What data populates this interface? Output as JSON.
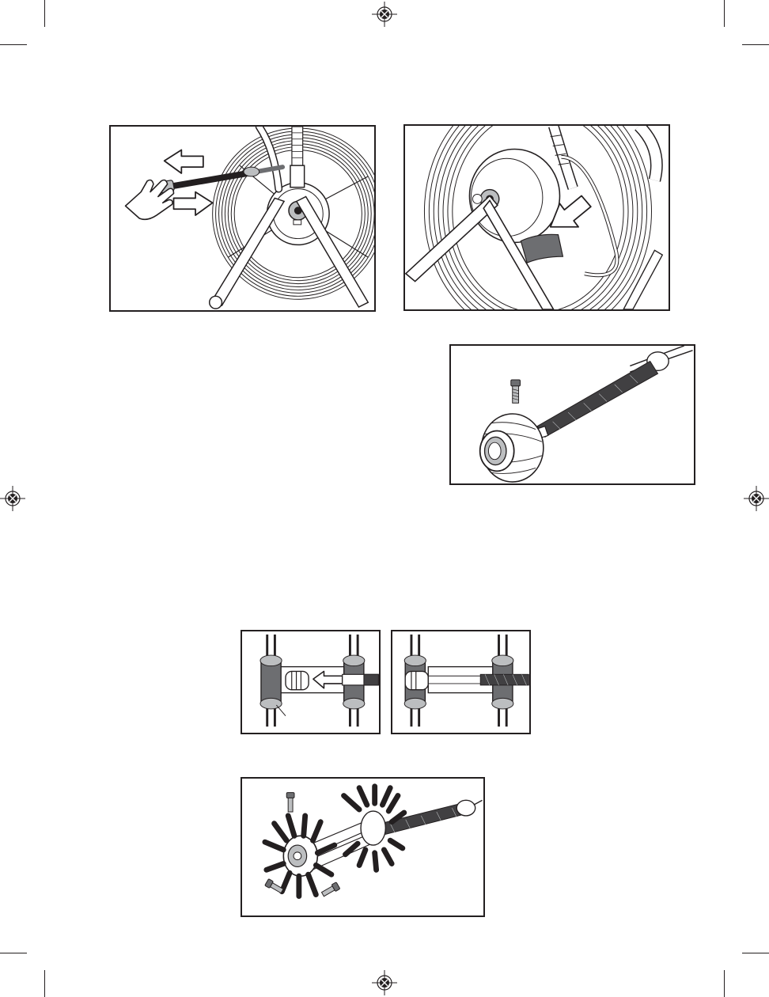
{
  "page": {
    "colors": {
      "ink": "#231f20",
      "paper": "#ffffff",
      "mid_gray": "#6d6e71",
      "light_gray": "#bcbec0",
      "dark_fill": "#414042"
    },
    "figures": [
      {
        "id": "reel-remove-skid",
        "icons": [
          "hand-icon",
          "arrow-left-icon",
          "arrow-right-icon"
        ]
      },
      {
        "id": "reel-hub-closeup",
        "icons": [
          "arrow-down-left-icon"
        ]
      },
      {
        "id": "camera-head-with-screw",
        "icons": [
          "screw-icon"
        ]
      },
      {
        "id": "skid-cross-section-before",
        "icons": [
          "arrow-left-icon"
        ]
      },
      {
        "id": "skid-cross-section-after",
        "icons": []
      },
      {
        "id": "brush-skid-assembly",
        "icons": [
          "screw-icon"
        ]
      }
    ],
    "registration_marks": [
      "top-center",
      "left-middle",
      "right-middle",
      "bottom-center"
    ]
  }
}
